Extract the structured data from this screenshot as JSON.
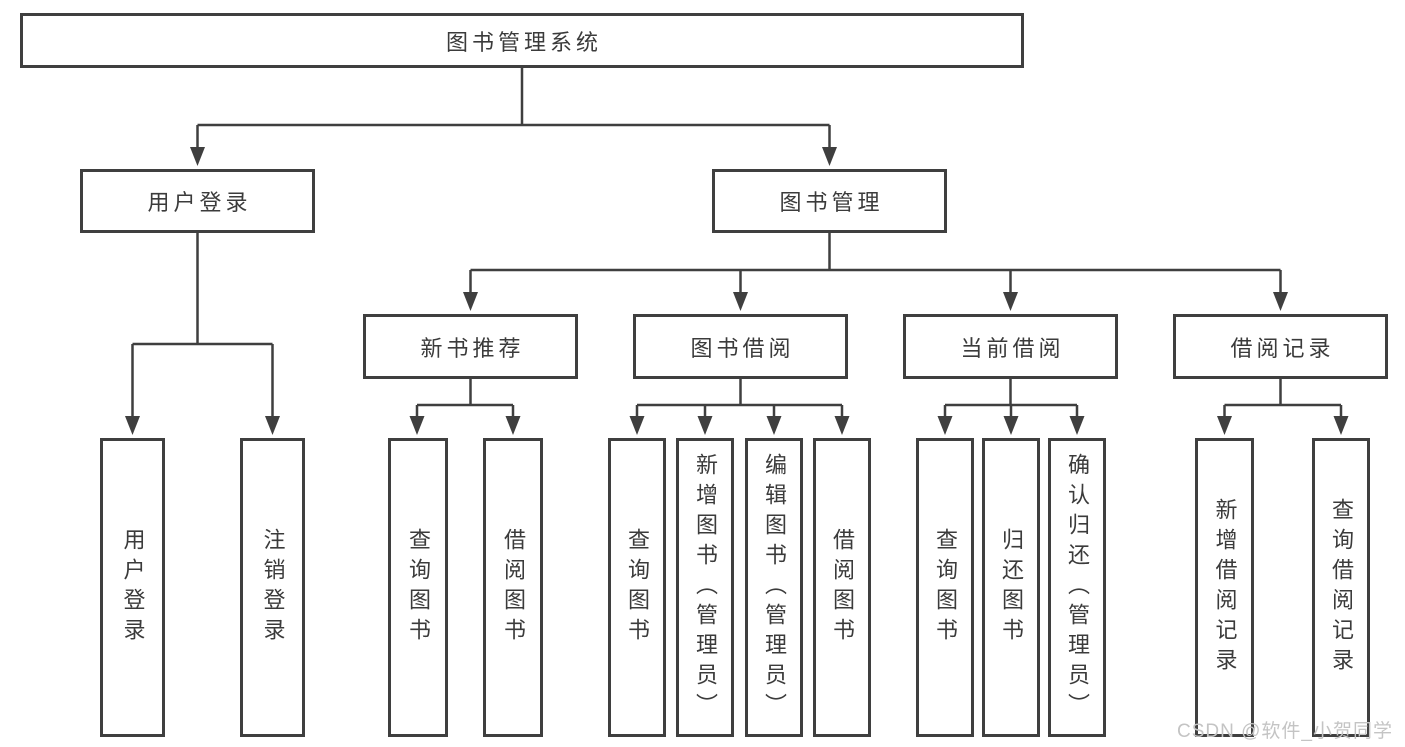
{
  "nodes": {
    "root": "图书管理系统",
    "user_login": "用户登录",
    "book_mgmt": "图书管理",
    "new_book_rec": "新书推荐",
    "book_borrow": "图书借阅",
    "current_borrow": "当前借阅",
    "borrow_record": "借阅记录",
    "leaf_login": "用户登录",
    "leaf_logout": "注销登录",
    "leaf_nbr_query": "查询图书",
    "leaf_nbr_borrow": "借阅图书",
    "leaf_bb_query": "查询图书",
    "leaf_bb_add": "新增图书（管理员）",
    "leaf_bb_edit": "编辑图书（管理员）",
    "leaf_bb_borrow": "借阅图书",
    "leaf_cb_query": "查询图书",
    "leaf_cb_return": "归还图书",
    "leaf_cb_confirm": "确认归还（管理员）",
    "leaf_br_add": "新增借阅记录",
    "leaf_br_query": "查询借阅记录"
  },
  "watermark": "CSDN @软件_小贺同学",
  "colors": {
    "line": "#3f3f3f",
    "text": "#3b3b3b",
    "box_background": "#ffffff",
    "page_background": "#ffffff",
    "watermark": "#c4c4c4"
  }
}
